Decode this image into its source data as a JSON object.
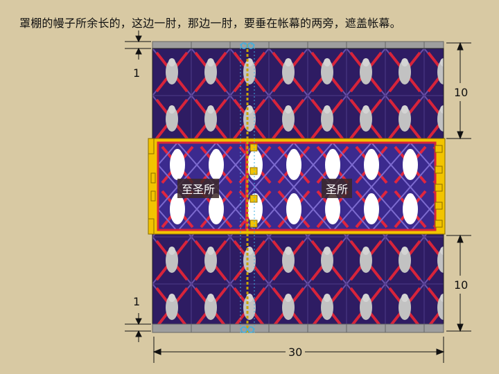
{
  "caption": "罩棚的幔子所余长的，这边一肘，那边一肘，要垂在帐幕的两旁，遮盖帐幕。",
  "dimensions": {
    "top_overhang": "1",
    "bottom_overhang": "1",
    "top_height": "10",
    "bottom_height": "10",
    "width": "30"
  },
  "rooms": {
    "holy_of_holies": "至圣所",
    "holy_place": "圣所"
  },
  "colors": {
    "background": "#d8c9a3",
    "fabric_dark": "#3a1f6e",
    "fabric_red": "#d8243a",
    "fabric_light": "#c9c9c9",
    "frame_gold": "#f2c400",
    "edge_gray": "#9e9e9e",
    "clasp_blue": "#3fb0e0"
  }
}
